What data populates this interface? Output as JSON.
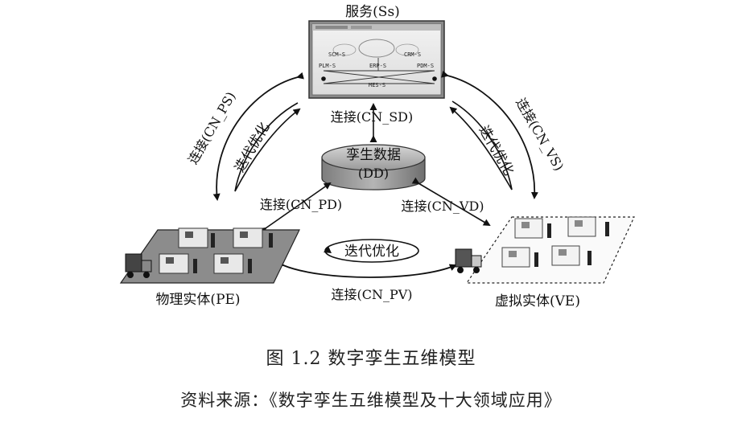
{
  "diagram": {
    "service_title": "服务(Ss)",
    "service_screen": {
      "nodes": [
        "SCM-S",
        "CRM-S",
        "PLM-S",
        "ERP-S",
        "PDM-S",
        "MES-S"
      ]
    },
    "data_cylinder": {
      "line1": "孪生数据",
      "line2": "(DD)"
    },
    "links": {
      "cn_sd": "连接(CN_SD)",
      "cn_pd": "连接(CN_PD)",
      "cn_vd": "连接(CN_VD)",
      "cn_pv": "连接(CN_PV)",
      "cn_ps": "连接(CN_PS)",
      "cn_vs": "连接(CN_VS)"
    },
    "iteration_label": "迭代优化",
    "physical_entity": "物理实体(PE)",
    "virtual_entity": "虚拟实体(VE)"
  },
  "caption": {
    "title": "图 1.2  数字孪生五维模型",
    "source": "资料来源：《数字孪生五维模型及十大领域应用》"
  }
}
